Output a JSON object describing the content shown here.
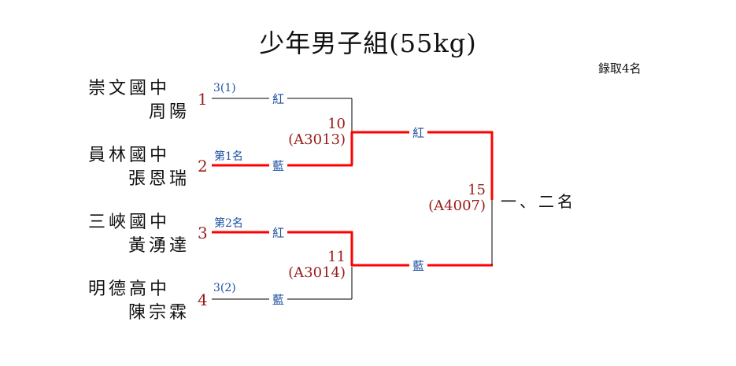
{
  "title": "少年男子組(55kg)",
  "note": "錄取4名",
  "colors": {
    "winner_line": "#ff0000",
    "loser_line": "#000000",
    "seed_text": "#9b1b1b",
    "side_text": "#1b4fa0"
  },
  "entrants": [
    {
      "seed": "1",
      "school": "崇文國中",
      "player": "周陽",
      "tag": "3(1)",
      "side": "紅",
      "advanced": false
    },
    {
      "seed": "2",
      "school": "員林國中",
      "player": "張恩瑞",
      "tag": "第1名",
      "side": "藍",
      "advanced": true
    },
    {
      "seed": "3",
      "school": "三峽國中",
      "player": "黃湧達",
      "tag": "第2名",
      "side": "紅",
      "advanced": true
    },
    {
      "seed": "4",
      "school": "明德高中",
      "player": "陳宗霖",
      "tag": "3(2)",
      "side": "藍",
      "advanced": false
    }
  ],
  "matches": [
    {
      "number": "10",
      "code": "(A3013)"
    },
    {
      "number": "11",
      "code": "(A3014)"
    },
    {
      "number": "15",
      "code": "(A4007)"
    }
  ],
  "final_sides": [
    "紅",
    "藍"
  ],
  "final_result": "一、二名"
}
